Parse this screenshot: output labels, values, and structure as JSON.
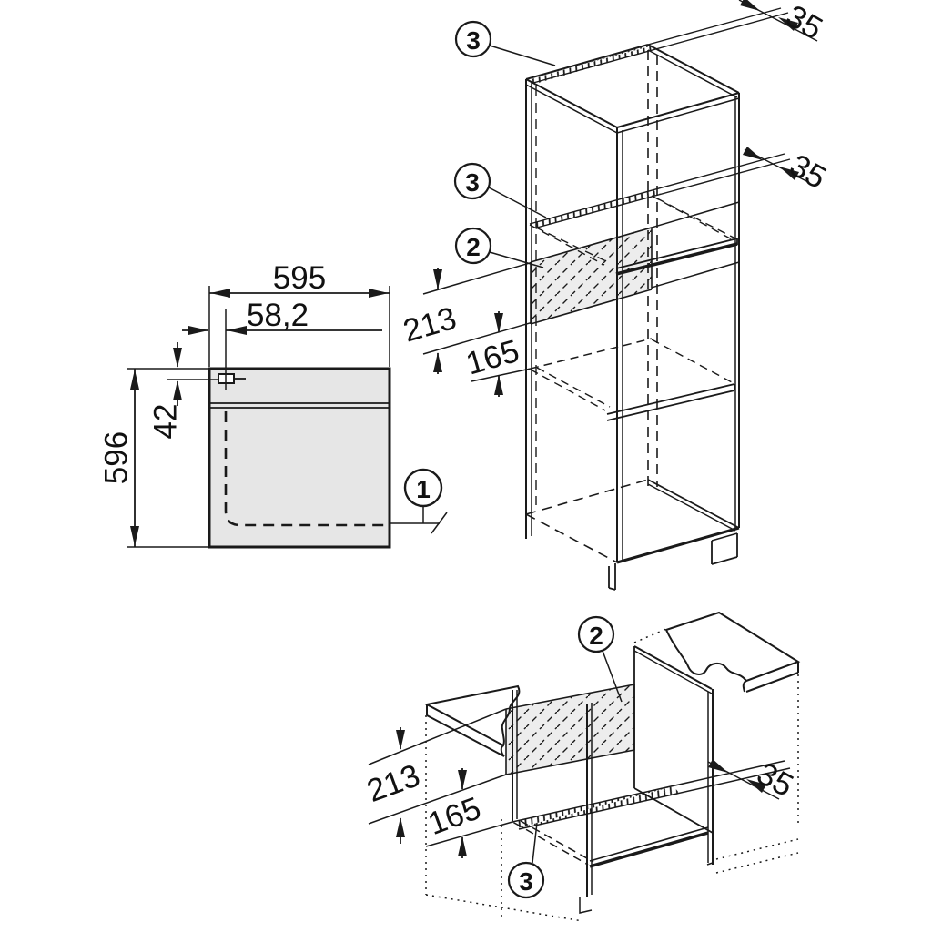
{
  "colors": {
    "line": "#1a1a1a",
    "appliance_fill": "#e6e6e6",
    "vent_fill": "#ededed",
    "background": "#ffffff"
  },
  "front_view": {
    "width_label": "595",
    "inset_label": "58,2",
    "clip_label": "42",
    "height_label": "596",
    "callout_appliance": "1"
  },
  "tall_cabinet": {
    "top_gap_label": "35",
    "mid_gap_label": "35",
    "vent_height_label": "213",
    "vent_lower_label": "165",
    "callout_top_vent": "3",
    "callout_shelf_vent": "3",
    "callout_back_vent": "2"
  },
  "base_run": {
    "vent_height_label": "213",
    "vent_lower_label": "165",
    "rear_gap_label": "35",
    "callout_back_vent": "2",
    "callout_shelf_vent": "3"
  }
}
